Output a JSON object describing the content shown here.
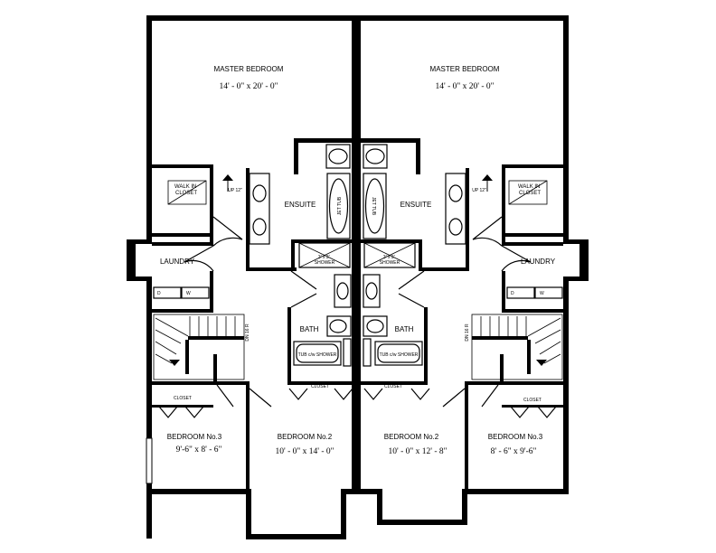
{
  "left_unit": {
    "master_bedroom": {
      "name": "MASTER BEDROOM",
      "size": "14' - 0\" x 20' - 0\""
    },
    "walk_in_closet": "WALK IN\nCLOSET",
    "stair_up": "UP 12\"",
    "ensuite": "ENSUITE",
    "jet_tub": "JET TUB",
    "shower": "3' x 3'\nSHOWER",
    "laundry": "LAUNDRY",
    "dryer": "D",
    "washer": "W",
    "stair_down": "DN 16 R",
    "bath": "BATH",
    "tub_shower": "TUB c/w SHOWER",
    "closet_bed3": "CLOSET",
    "closet_bed2": "CLOSET",
    "bedroom_3": {
      "name": "BEDROOM No.3",
      "size": "9'-6\" x 8' - 6\""
    },
    "bedroom_2": {
      "name": "BEDROOM No.2",
      "size": "10' - 0\" x 14' - 0\""
    }
  },
  "right_unit": {
    "master_bedroom": {
      "name": "MASTER BEDROOM",
      "size": "14' - 0\" x 20' - 0\""
    },
    "walk_in_closet": "WALK IN\nCLOSET",
    "stair_up": "UP 12\"",
    "ensuite": "ENSUITE",
    "jet_tub": "JET TUB",
    "shower": "3' x 3'\nSHOWER",
    "laundry": "LAUNDRY",
    "dryer": "D",
    "washer": "W",
    "stair_down": "DN 16 R",
    "bath": "BATH",
    "tub_shower": "TUB c/w SHOWER",
    "closet_bed3": "CLOSET",
    "closet_bed2": "CLOSET",
    "bedroom_3": {
      "name": "BEDROOM No.3",
      "size": "8' - 6\" x 9'-6\""
    },
    "bedroom_2": {
      "name": "BEDROOM No.2",
      "size": "10' - 0\" x 12' - 8\""
    }
  }
}
